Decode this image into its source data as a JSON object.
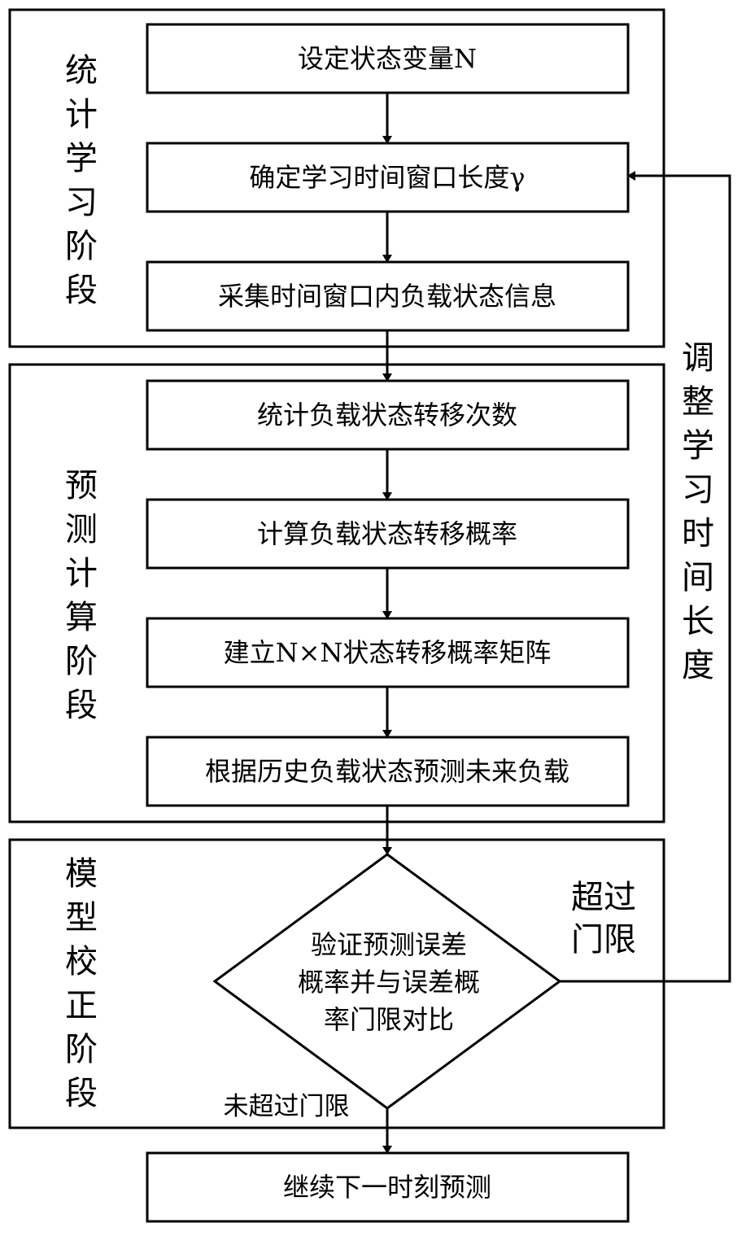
{
  "stages": {
    "learning": "统\n计\n学\n习\n阶\n段",
    "prediction": "预\n测\n计\n算\n阶\n段",
    "calibration": "模\n型\n校\n正\n阶\n段"
  },
  "steps": {
    "set_state": "设定状态变量N",
    "window_length": "确定学习时间窗口长度γ",
    "collect": "采集时间窗口内负载状态信息",
    "count": "统计负载状态转移次数",
    "prob": "计算负载状态转移概率",
    "matrix": "建立N×N状态转移概率矩阵",
    "predict": "根据历史负载状态预测未来负载",
    "next": "继续下一时刻预测"
  },
  "decision": {
    "line1": "验证预测误差",
    "line2": "概率并与误差概",
    "line3": "率门限对比"
  },
  "feedback": {
    "label": "调\n整\n学\n习\n时\n间\n长\n度",
    "exceed_line1": "超过",
    "exceed_line2": "门限",
    "not_exceed": "未超过门限"
  }
}
